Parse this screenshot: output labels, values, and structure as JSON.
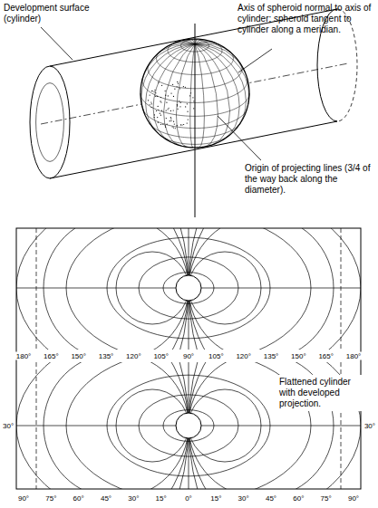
{
  "diagram": {
    "labels": [
      "Development surface (cylinder)",
      "Axis of spheroid normal to axis of cylinder; spheroid tangent to cylinder along a meridian.",
      "Origin of projecting lines (3/4 of the way back along the diameter).",
      "Flattened cylinder with developed projection.",
      "180°",
      "165°",
      "150°",
      "135°",
      "120°",
      "105°",
      "90°",
      "105°",
      "120°",
      "135°",
      "150°",
      "165°",
      "180°",
      "30°",
      "30°",
      "90°",
      "75°",
      "60°",
      "45°",
      "30°",
      "15°",
      "0°",
      "15°",
      "30°",
      "45°",
      "60°",
      "75°",
      "90°"
    ]
  }
}
